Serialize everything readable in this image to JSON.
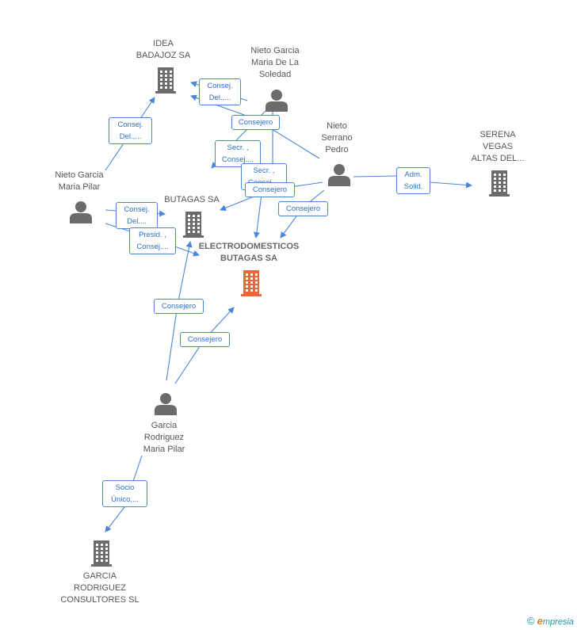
{
  "nodes": [
    {
      "id": "idea",
      "kind": "company",
      "label": "IDEA\nBADAJOZ SA"
    },
    {
      "id": "nieto_soledad",
      "kind": "person",
      "label": "Nieto Garcia\nMaria De La\nSoledad"
    },
    {
      "id": "nieto_pedro",
      "kind": "person",
      "label": "Nieto\nSerrano\nPedro"
    },
    {
      "id": "serena",
      "kind": "company",
      "label": "SERENA\nVEGAS\nALTAS DEL..."
    },
    {
      "id": "nieto_pilar",
      "kind": "person",
      "label": "Nieto Garcia\nMaria Pilar"
    },
    {
      "id": "butagas",
      "kind": "company",
      "label": "BUTAGAS SA"
    },
    {
      "id": "electro",
      "kind": "company-main",
      "label": "ELECTRODOMESTICOS\nBUTAGAS SA"
    },
    {
      "id": "garcia_pilar",
      "kind": "person",
      "label": "Garcia\nRodriguez\nMaria Pilar"
    },
    {
      "id": "garcia_sl",
      "kind": "company",
      "label": "GARCIA\nRODRIGUEZ\nCONSULTORES SL"
    }
  ],
  "edge_labels": [
    {
      "id": "e1",
      "text": "Consej.\nDel.,..."
    },
    {
      "id": "e2",
      "text": "Consej.\nDel.,..."
    },
    {
      "id": "e3",
      "text": "Consejero"
    },
    {
      "id": "e4",
      "text": "Secr. ,\nConsej...."
    },
    {
      "id": "e5",
      "text": "Secr. ,\nConsej...."
    },
    {
      "id": "e6",
      "text": "Consejero"
    },
    {
      "id": "e7",
      "text": "Consejero"
    },
    {
      "id": "e8",
      "text": "Adm.\nSolid."
    },
    {
      "id": "e9",
      "text": "Consej.\nDel...."
    },
    {
      "id": "e10",
      "text": "Presid. ,\nConsej...."
    },
    {
      "id": "e11",
      "text": "Consejero"
    },
    {
      "id": "e12",
      "text": "Consejero"
    },
    {
      "id": "e13",
      "text": "Socio\nÚnico,..."
    }
  ],
  "colors": {
    "edge": "#4a86d8",
    "node_icon": "#6b6b6b",
    "main_icon": "#f0643c"
  },
  "brand": {
    "copyright": "©",
    "initial": "e",
    "rest": "mpresia"
  }
}
